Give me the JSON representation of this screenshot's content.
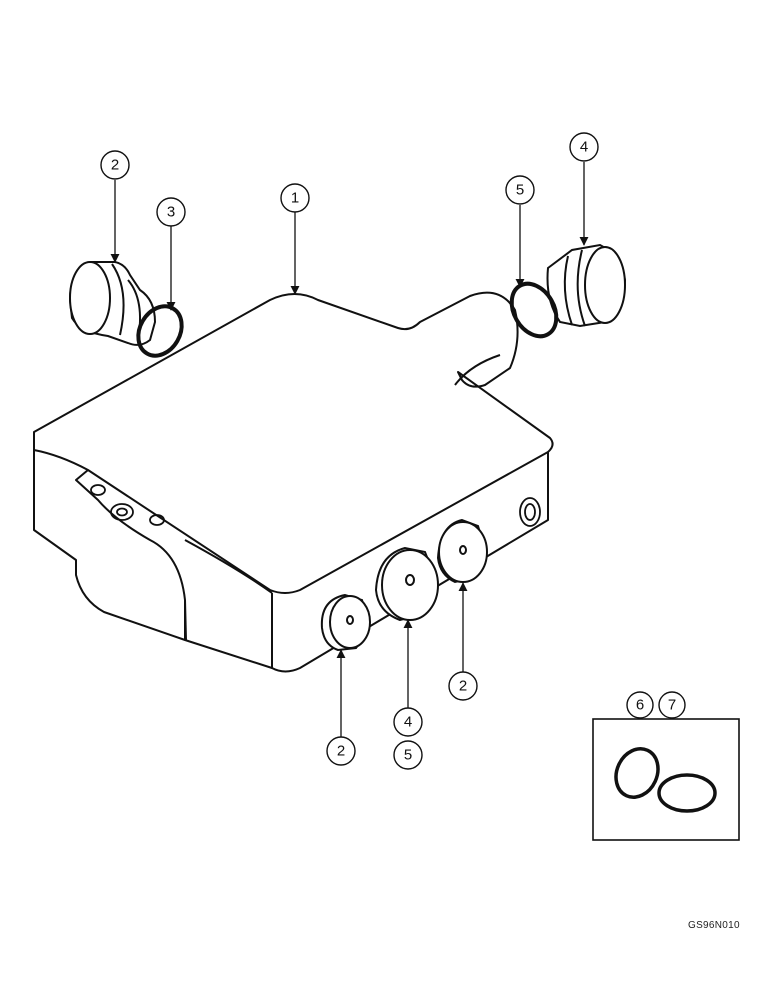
{
  "figure": {
    "reference_code": "GS96N010"
  },
  "callouts": [
    {
      "id": "c-top-left-2",
      "label": "2"
    },
    {
      "id": "c-top-left-3",
      "label": "3"
    },
    {
      "id": "c-top-1",
      "label": "1"
    },
    {
      "id": "c-top-right-5",
      "label": "5"
    },
    {
      "id": "c-top-right-4",
      "label": "4"
    },
    {
      "id": "c-bottom-right-2",
      "label": "2"
    },
    {
      "id": "c-bottom-mid-4",
      "label": "4"
    },
    {
      "id": "c-bottom-mid-5",
      "label": "5"
    },
    {
      "id": "c-bottom-left-2",
      "label": "2"
    },
    {
      "id": "c-inset-6",
      "label": "6"
    },
    {
      "id": "c-inset-7",
      "label": "7"
    }
  ]
}
